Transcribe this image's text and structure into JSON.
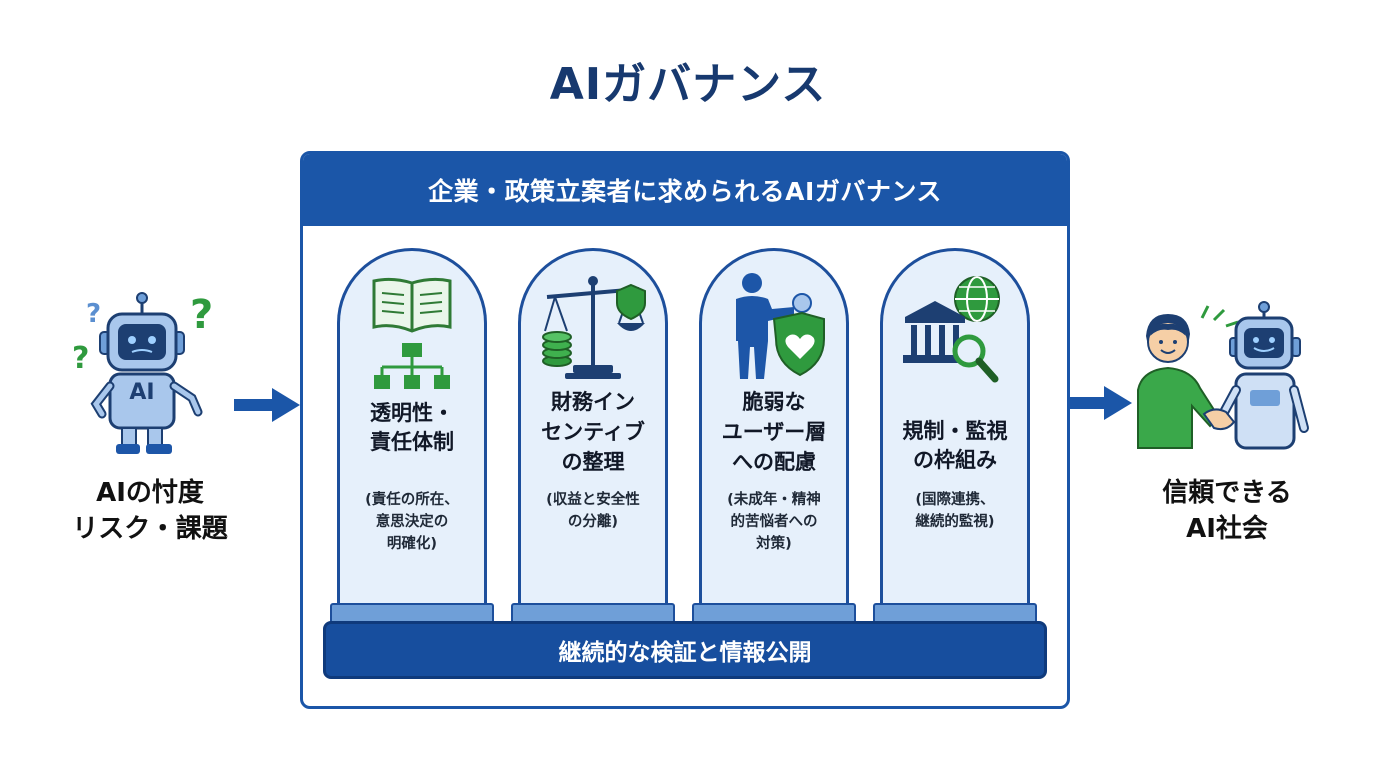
{
  "title": "AIガバナンス",
  "left": {
    "label": "AIの忖度\nリスク・課題",
    "robot_text": "AI",
    "icon": "confused-robot-icon"
  },
  "right": {
    "label": "信頼できる\nAI社会",
    "icon": "human-robot-handshake-icon"
  },
  "framework": {
    "header": "企業・政策立案者に求められるAIガバナンス",
    "foundation": "継続的な検証と情報公開",
    "pillars": [
      {
        "title": "透明性・\n責任体制",
        "sub": "(責任の所在、\n意思決定の\n明確化)",
        "icon": "book-org-chart-icon"
      },
      {
        "title": "財務イン\nセンティブ\nの整理",
        "sub": "(収益と安全性\nの分離)",
        "icon": "scales-coins-shield-icon"
      },
      {
        "title": "脆弱な\nユーザー層\nへの配慮",
        "sub": "(未成年・精神\n的苦悩者への\n対策)",
        "icon": "family-heart-shield-icon"
      },
      {
        "title": "規制・監視\nの枠組み",
        "sub": "(国際連携、\n継続的監視)",
        "icon": "government-globe-magnifier-icon"
      }
    ]
  },
  "colors": {
    "navy": "#17396f",
    "blue": "#1b56a8",
    "light_blue": "#e6f0fb",
    "green": "#2f9a3e"
  }
}
